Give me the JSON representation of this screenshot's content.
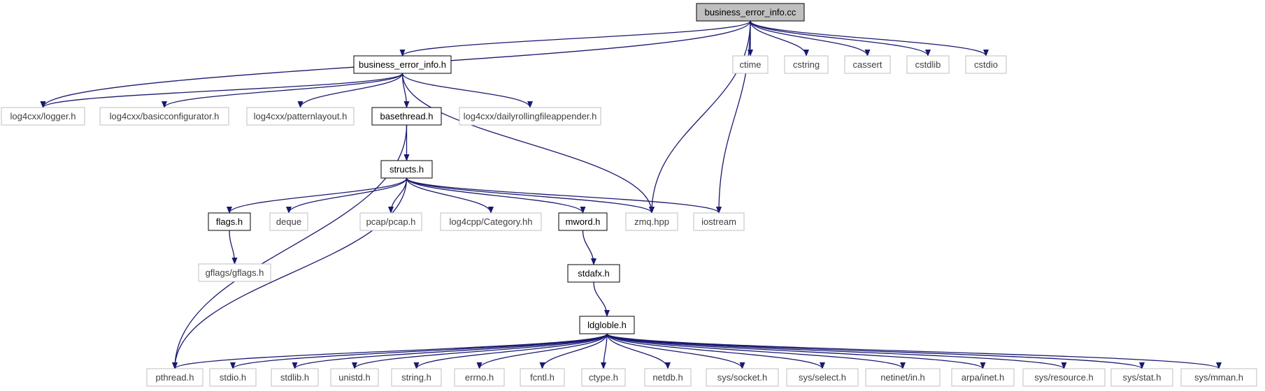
{
  "colors": {
    "edge": "#191970",
    "root_fill": "#bfbfbf",
    "documented_border": "#000000",
    "undocumented_border": "#bfbfbf",
    "documented_text": "#000000",
    "undocumented_text": "#3f3f3f"
  },
  "nodes": [
    {
      "id": "root",
      "label": "business_error_info.cc",
      "kind": "root"
    },
    {
      "id": "beh",
      "label": "business_error_info.h",
      "kind": "documented"
    },
    {
      "id": "ctime",
      "label": "ctime",
      "kind": "external"
    },
    {
      "id": "cstring",
      "label": "cstring",
      "kind": "external"
    },
    {
      "id": "cassert",
      "label": "cassert",
      "kind": "external"
    },
    {
      "id": "cstdlib",
      "label": "cstdlib",
      "kind": "external"
    },
    {
      "id": "cstdio",
      "label": "cstdio",
      "kind": "external"
    },
    {
      "id": "logger",
      "label": "log4cxx/logger.h",
      "kind": "external"
    },
    {
      "id": "basiccfg",
      "label": "log4cxx/basicconfigurator.h",
      "kind": "external"
    },
    {
      "id": "patternlayout",
      "label": "log4cxx/patternlayout.h",
      "kind": "external"
    },
    {
      "id": "basethread",
      "label": "basethread.h",
      "kind": "documented"
    },
    {
      "id": "dailyroll",
      "label": "log4cxx/dailyrollingfileappender.h",
      "kind": "external"
    },
    {
      "id": "structs",
      "label": "structs.h",
      "kind": "documented"
    },
    {
      "id": "flags",
      "label": "flags.h",
      "kind": "documented"
    },
    {
      "id": "deque",
      "label": "deque",
      "kind": "external"
    },
    {
      "id": "pcap",
      "label": "pcap/pcap.h",
      "kind": "external"
    },
    {
      "id": "category",
      "label": "log4cpp/Category.hh",
      "kind": "external"
    },
    {
      "id": "mword",
      "label": "mword.h",
      "kind": "documented"
    },
    {
      "id": "zmq",
      "label": "zmq.hpp",
      "kind": "external"
    },
    {
      "id": "iostream",
      "label": "iostream",
      "kind": "external"
    },
    {
      "id": "gflags",
      "label": "gflags/gflags.h",
      "kind": "external"
    },
    {
      "id": "stdafx",
      "label": "stdafx.h",
      "kind": "documented"
    },
    {
      "id": "ldgloble",
      "label": "ldgloble.h",
      "kind": "documented"
    },
    {
      "id": "pthread",
      "label": "pthread.h",
      "kind": "external"
    },
    {
      "id": "stdio",
      "label": "stdio.h",
      "kind": "external"
    },
    {
      "id": "stdlib",
      "label": "stdlib.h",
      "kind": "external"
    },
    {
      "id": "unistd",
      "label": "unistd.h",
      "kind": "external"
    },
    {
      "id": "string",
      "label": "string.h",
      "kind": "external"
    },
    {
      "id": "errno",
      "label": "errno.h",
      "kind": "external"
    },
    {
      "id": "fcntl",
      "label": "fcntl.h",
      "kind": "external"
    },
    {
      "id": "ctype",
      "label": "ctype.h",
      "kind": "external"
    },
    {
      "id": "netdb",
      "label": "netdb.h",
      "kind": "external"
    },
    {
      "id": "socket",
      "label": "sys/socket.h",
      "kind": "external"
    },
    {
      "id": "select",
      "label": "sys/select.h",
      "kind": "external"
    },
    {
      "id": "netinet",
      "label": "netinet/in.h",
      "kind": "external"
    },
    {
      "id": "arpainet",
      "label": "arpa/inet.h",
      "kind": "external"
    },
    {
      "id": "resource",
      "label": "sys/resource.h",
      "kind": "external"
    },
    {
      "id": "stat",
      "label": "sys/stat.h",
      "kind": "external"
    },
    {
      "id": "mman",
      "label": "sys/mman.h",
      "kind": "external"
    }
  ],
  "edges": [
    {
      "from": "root",
      "to": "logger"
    },
    {
      "from": "root",
      "to": "beh"
    },
    {
      "from": "root",
      "to": "zmq"
    },
    {
      "from": "root",
      "to": "iostream"
    },
    {
      "from": "root",
      "to": "ctime"
    },
    {
      "from": "root",
      "to": "cstring"
    },
    {
      "from": "root",
      "to": "cassert"
    },
    {
      "from": "root",
      "to": "cstdlib"
    },
    {
      "from": "root",
      "to": "cstdio"
    },
    {
      "from": "beh",
      "to": "logger"
    },
    {
      "from": "beh",
      "to": "basiccfg"
    },
    {
      "from": "beh",
      "to": "patternlayout"
    },
    {
      "from": "beh",
      "to": "basethread"
    },
    {
      "from": "beh",
      "to": "dailyroll"
    },
    {
      "from": "beh",
      "to": "zmq"
    },
    {
      "from": "basethread",
      "to": "pthread"
    },
    {
      "from": "basethread",
      "to": "structs"
    },
    {
      "from": "structs",
      "to": "flags"
    },
    {
      "from": "structs",
      "to": "deque"
    },
    {
      "from": "structs",
      "to": "pcap"
    },
    {
      "from": "structs",
      "to": "category"
    },
    {
      "from": "structs",
      "to": "mword"
    },
    {
      "from": "structs",
      "to": "zmq"
    },
    {
      "from": "structs",
      "to": "iostream"
    },
    {
      "from": "structs",
      "to": "pthread"
    },
    {
      "from": "flags",
      "to": "gflags"
    },
    {
      "from": "mword",
      "to": "stdafx"
    },
    {
      "from": "stdafx",
      "to": "ldgloble"
    },
    {
      "from": "ldgloble",
      "to": "pthread"
    },
    {
      "from": "ldgloble",
      "to": "stdio"
    },
    {
      "from": "ldgloble",
      "to": "stdlib"
    },
    {
      "from": "ldgloble",
      "to": "unistd"
    },
    {
      "from": "ldgloble",
      "to": "string"
    },
    {
      "from": "ldgloble",
      "to": "errno"
    },
    {
      "from": "ldgloble",
      "to": "fcntl"
    },
    {
      "from": "ldgloble",
      "to": "ctype"
    },
    {
      "from": "ldgloble",
      "to": "netdb"
    },
    {
      "from": "ldgloble",
      "to": "socket"
    },
    {
      "from": "ldgloble",
      "to": "select"
    },
    {
      "from": "ldgloble",
      "to": "netinet"
    },
    {
      "from": "ldgloble",
      "to": "arpainet"
    },
    {
      "from": "ldgloble",
      "to": "resource"
    },
    {
      "from": "ldgloble",
      "to": "stat"
    },
    {
      "from": "ldgloble",
      "to": "mman"
    }
  ]
}
